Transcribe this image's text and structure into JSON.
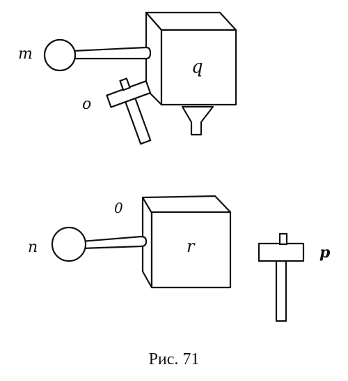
{
  "diagram": {
    "top_group": {
      "sphere_label": "m",
      "hammer_label": "o",
      "block_label": "q"
    },
    "bottom_group": {
      "contact_label": "0",
      "sphere_label": "n",
      "block_label": "r",
      "hammer_label": "p"
    },
    "caption": "Рис. 71"
  },
  "colors": {
    "ink": "#111111",
    "paper": "#ffffff"
  }
}
